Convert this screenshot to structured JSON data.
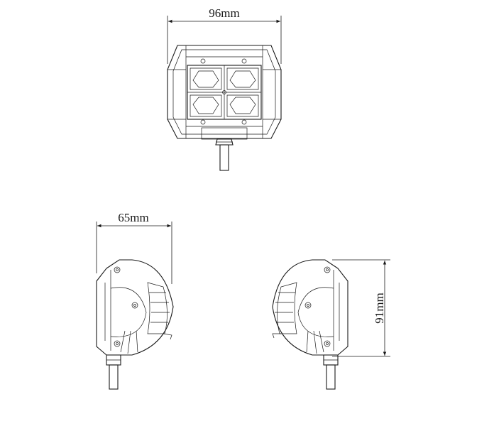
{
  "dimensions": {
    "width_label": "96mm",
    "depth_label": "65mm",
    "height_label": "91mm"
  },
  "views": {
    "front": "front-view",
    "left_side": "left-side-view",
    "right_side": "right-side-view"
  }
}
